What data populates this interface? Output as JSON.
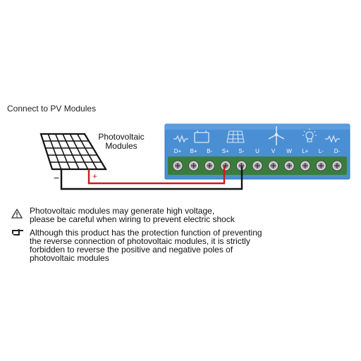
{
  "heading": "Connect to PV Modules",
  "pv_label_line1": "Photovoltaic",
  "pv_label_line2": "Modules",
  "polarity_minus": "−",
  "polarity_plus": "+",
  "terminals": [
    "D+",
    "B+",
    "B-",
    "S+",
    "S-",
    "U",
    "V",
    "W",
    "L+",
    "L-",
    "D-"
  ],
  "warnings": [
    {
      "icon": "warning-triangle-icon",
      "lines": [
        "Photovoltaic modules may generate high voltage,",
        "please be careful when wiring to prevent electric shock"
      ]
    },
    {
      "icon": "pointing-hand-icon",
      "lines": [
        "Although this product has the protection function of preventing",
        "the reverse connection of photovoltaic modules, it is strictly",
        "forbidden to reverse the positive and negative poles of",
        "photovoltaic modules"
      ]
    }
  ],
  "colors": {
    "controller_blue": "#4a8fd4",
    "terminal_strip": "#3a7d3a",
    "wire_positive": "#d01818",
    "wire_negative": "#111111"
  }
}
